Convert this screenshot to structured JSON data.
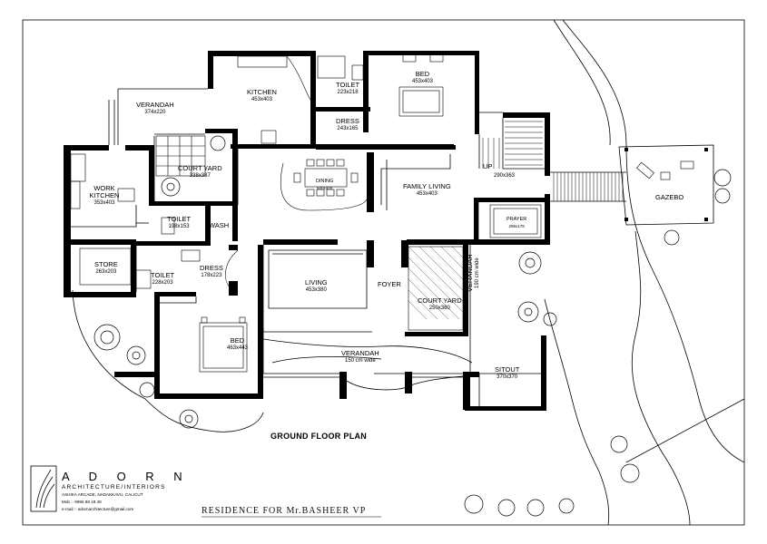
{
  "drawing": {
    "title": "GROUND FLOOR PLAN",
    "client": "RESIDENCE FOR Mr.BASHEER VP"
  },
  "rooms": [
    {
      "name": "VERANDAH",
      "dims": "374x220"
    },
    {
      "name": "KITCHEN",
      "dims": "453x403"
    },
    {
      "name": "TOILET",
      "dims": "223x218"
    },
    {
      "name": "BED",
      "dims": "453x403"
    },
    {
      "name": "DRESS",
      "dims": "243x165"
    },
    {
      "name": "COURT YARD",
      "dims": "338x387"
    },
    {
      "name": "WORK KITCHEN",
      "dims": "353x403"
    },
    {
      "name": "DINING",
      "dims": "500x400"
    },
    {
      "name": "FAMILY LIVING",
      "dims": "453x403"
    },
    {
      "name": "UP",
      "dims": ""
    },
    {
      "name": "",
      "dims": "290x363"
    },
    {
      "name": "TOILET",
      "dims": "198x153"
    },
    {
      "name": "WASH",
      "dims": ""
    },
    {
      "name": "PRAYER",
      "dims": "296x178"
    },
    {
      "name": "GAZEBO",
      "dims": ""
    },
    {
      "name": "STORE",
      "dims": "263x203"
    },
    {
      "name": "TOILET",
      "dims": "228x203"
    },
    {
      "name": "DRESS",
      "dims": "178x223"
    },
    {
      "name": "LIVING",
      "dims": "453x380"
    },
    {
      "name": "FOYER",
      "dims": ""
    },
    {
      "name": "COURT YARD",
      "dims": "250x380"
    },
    {
      "name": "VERANDAH",
      "dims": "190 cm wide"
    },
    {
      "name": "BED",
      "dims": "463x443"
    },
    {
      "name": "VERANDAH",
      "dims": "150 cm wide"
    },
    {
      "name": "SITOUT",
      "dims": "370x370"
    }
  ],
  "firm": {
    "name": "A D O R N",
    "tagline": "ARCHITECTURE/INTERIORS",
    "address": "ASHIKA ARCADE, NADAKKAVU, CALICUT",
    "mobile": "Mob :- 9995 98 18 48",
    "email": "e-mail :- adornarchitecture@gmail.com"
  }
}
